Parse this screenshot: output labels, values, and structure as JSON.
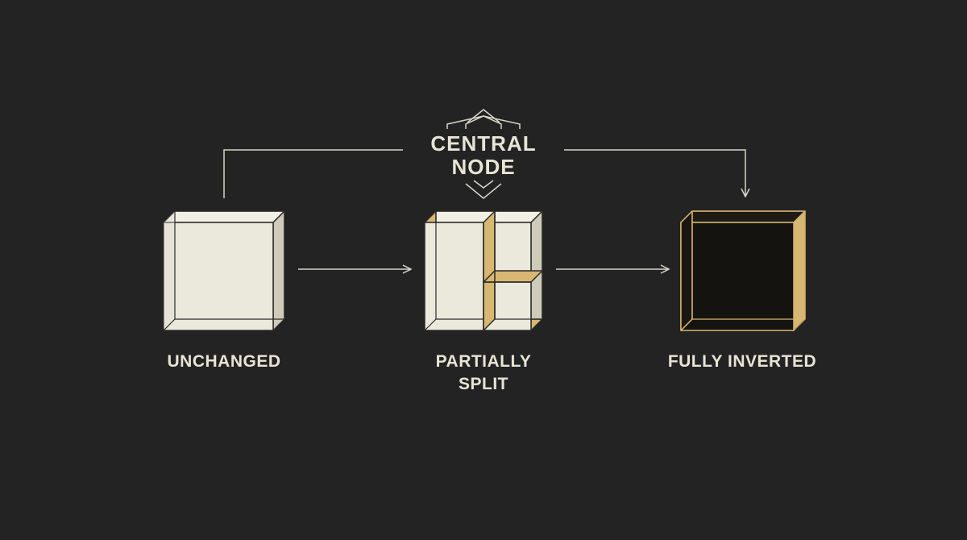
{
  "central_node": {
    "line1": "CENTRAL",
    "line2": "NODE"
  },
  "stages": [
    {
      "label_lines": [
        "UNCHANGED"
      ]
    },
    {
      "label_lines": [
        "PARTIALLY",
        "SPLIT"
      ]
    },
    {
      "label_lines": [
        "FULLY INVERTED"
      ]
    }
  ],
  "colors": {
    "background": "#232323",
    "cream_face": "#ebe8dc",
    "cream_side": "#d9d5c5",
    "gold": "#d8b772",
    "dark_face": "#151310",
    "line": "#d8d5c8",
    "text": "#e8e4d6"
  }
}
